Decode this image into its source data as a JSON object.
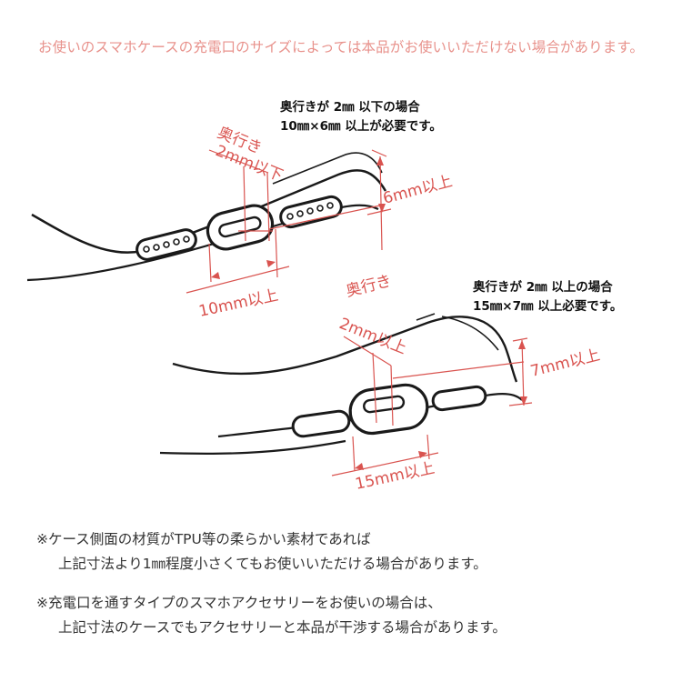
{
  "top_notice": "お使いのスマホケースの充電口のサイズによっては本品がお使いいただけない場合があります。",
  "callout_1": {
    "line1": "奥行きが 2㎜ 以下の場合",
    "line2": "10㎜×6㎜ 以上が必要です。"
  },
  "callout_2": {
    "line1": "奥行きが 2㎜ 以上の場合",
    "line2": "15㎜×7㎜ 以上必要です。"
  },
  "diagram_1": {
    "depth_label_1": "奥行き",
    "depth_label_2": "2mm以下",
    "height_label": "6mm以上",
    "width_label": "10mm以上"
  },
  "diagram_2": {
    "depth_label_1": "奥行き",
    "depth_label_2": "2mm以上",
    "height_label": "7mm以上",
    "width_label": "15mm以上"
  },
  "notes": [
    {
      "line1": "※ケース側面の材質がTPU等の柔らかい素材であれば",
      "line2": "上記寸法より1㎜程度小さくてもお使いいただける場合があります。"
    },
    {
      "line1": "※充電口を通すタイプのスマホアクセサリーをお使いの場合は、",
      "line2": "上記寸法のケースでもアクセサリーと本品が干渉する場合があります。"
    }
  ],
  "colors": {
    "notice": "#e8928c",
    "dimension": "#d9534f",
    "outline": "#1a1a1a"
  }
}
